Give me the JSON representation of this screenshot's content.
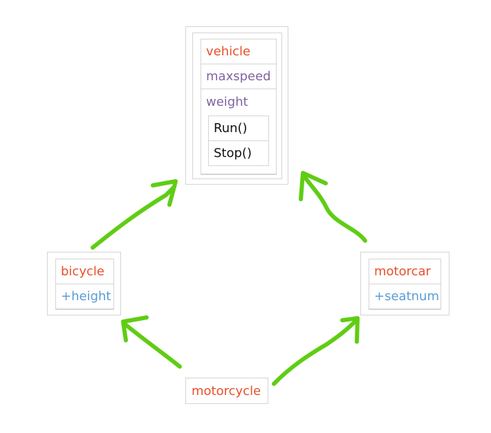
{
  "vehicle": {
    "name": "vehicle",
    "fields": [
      "maxspeed",
      "weight"
    ],
    "methods": [
      "Run()",
      "Stop()"
    ]
  },
  "bicycle": {
    "name": "bicycle",
    "field": "+height"
  },
  "motorcar": {
    "name": "motorcar",
    "field": "+seatnum"
  },
  "motorcycle": {
    "name": "motorcycle"
  },
  "colors": {
    "class_name": "#e8502a",
    "field": "#8064a2",
    "subclass_field": "#5b9bd5",
    "arrow": "#5fcd14",
    "border": "#d4d4d4"
  }
}
